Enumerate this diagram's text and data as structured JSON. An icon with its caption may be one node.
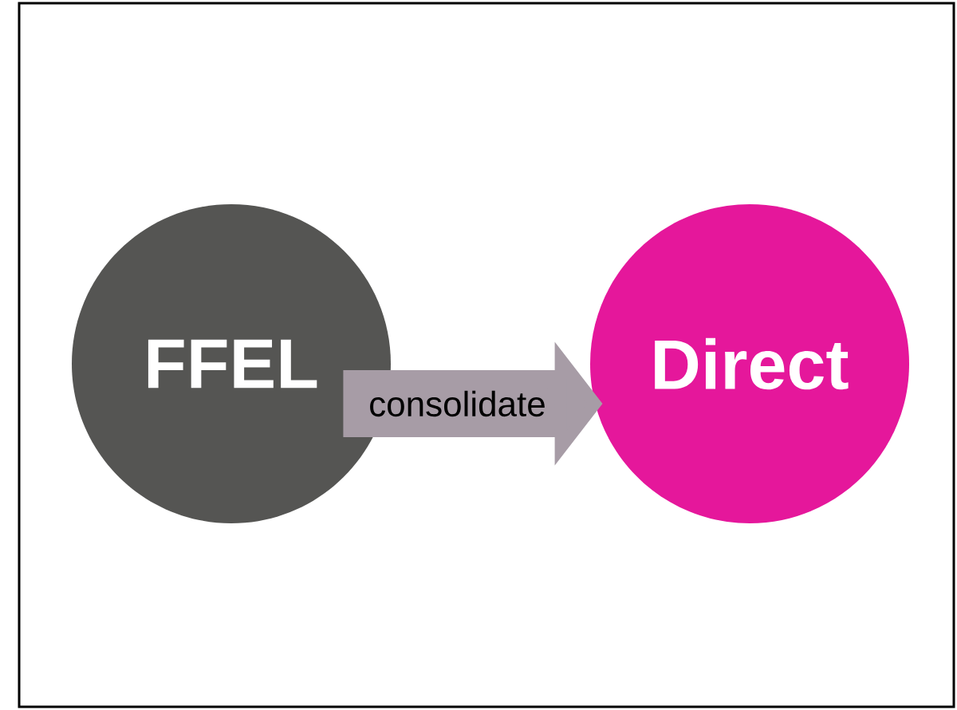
{
  "diagram": {
    "nodes": [
      {
        "text": [
          "FFEL"
        ]
      },
      {
        "text": [
          "Direct"
        ]
      }
    ],
    "edges": [
      {
        "from": 0,
        "to": 1,
        "arrow": "to",
        "label": "consolidate",
        "color": "#a79ca6"
      }
    ]
  }
}
